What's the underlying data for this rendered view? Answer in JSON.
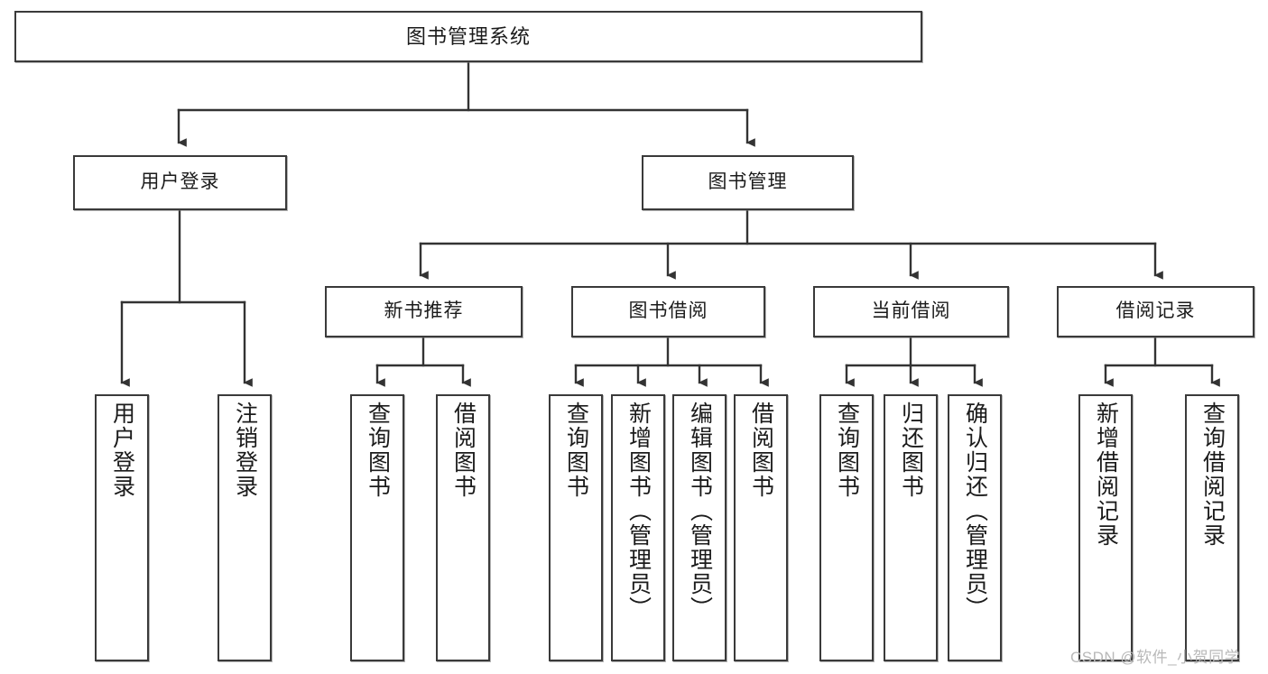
{
  "diagram": {
    "title": "图书管理系统",
    "type": "hierarchy-tree",
    "root": {
      "label": "图书管理系统"
    },
    "level2": [
      {
        "label": "用户登录"
      },
      {
        "label": "图书管理"
      }
    ],
    "level3": [
      {
        "label": "新书推荐"
      },
      {
        "label": "图书借阅"
      },
      {
        "label": "当前借阅"
      },
      {
        "label": "借阅记录"
      }
    ],
    "leaves": {
      "user_login": [
        {
          "label": "用户登录"
        },
        {
          "label": "注销登录"
        }
      ],
      "new_book_recommend": [
        {
          "label": "查询图书"
        },
        {
          "label": "借阅图书"
        }
      ],
      "book_borrow": [
        {
          "label": "查询图书"
        },
        {
          "label": "新增图书（管理员）"
        },
        {
          "label": "编辑图书（管理员）"
        },
        {
          "label": "借阅图书"
        }
      ],
      "current_borrow": [
        {
          "label": "查询图书"
        },
        {
          "label": "归还图书"
        },
        {
          "label": "确认归还（管理员）"
        }
      ],
      "borrow_record": [
        {
          "label": "新增借阅记录"
        },
        {
          "label": "查询借阅记录"
        }
      ]
    }
  },
  "watermark": {
    "text": "CSDN @软件_小贺同学"
  },
  "colors": {
    "border": "#3a3a3a",
    "text": "#1b1b1b",
    "background": "#ffffff",
    "line": "#333333",
    "watermark": "#b9b9b9"
  }
}
